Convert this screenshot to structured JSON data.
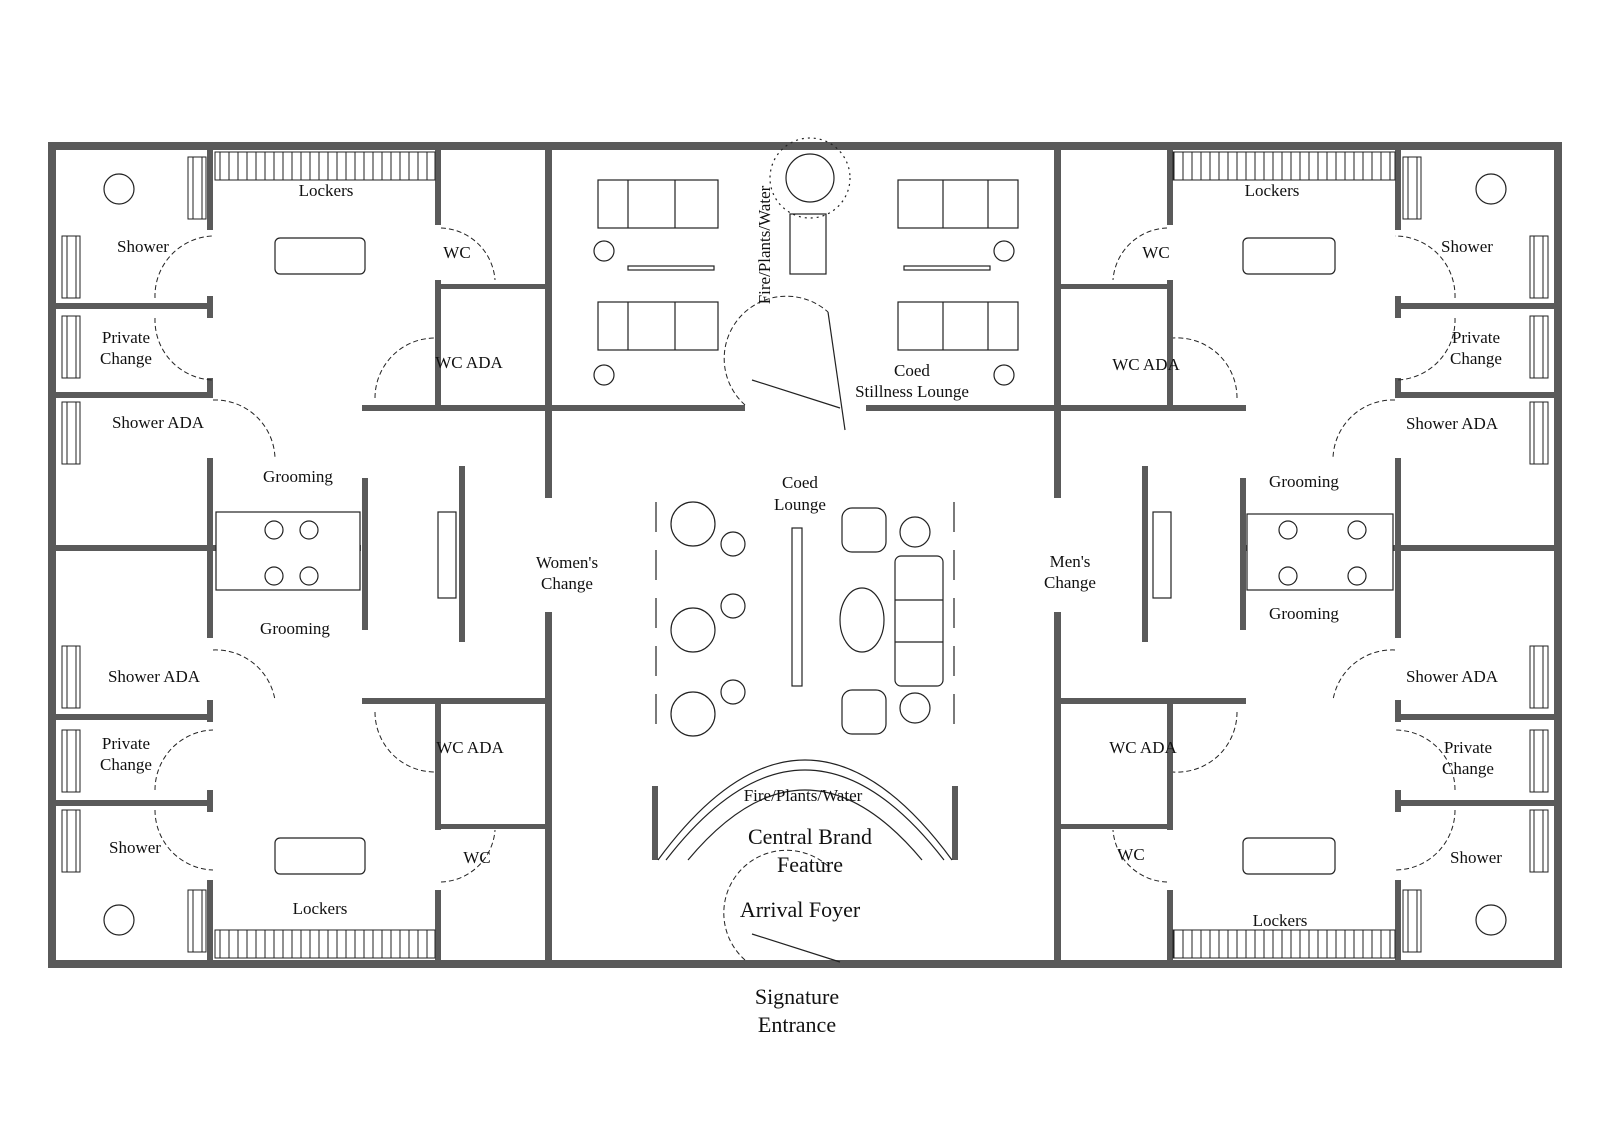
{
  "title": "Spa Changing Facility Floor Plan",
  "labels": {
    "left": {
      "lockers_top": "Lockers",
      "shower_top": "Shower",
      "wc_top": "WC",
      "private_change_top": [
        "Private",
        "Change"
      ],
      "wc_ada_top": "WC ADA",
      "shower_ada_top": "Shower ADA",
      "grooming_top": "Grooming",
      "grooming_bottom": "Grooming",
      "change": [
        "Women's",
        "Change"
      ],
      "shower_ada_bottom": "Shower ADA",
      "private_change_bottom": [
        "Private",
        "Change"
      ],
      "wc_ada_bottom": "WC ADA",
      "shower_bottom": "Shower",
      "wc_bottom": "WC",
      "lockers_bottom": "Lockers"
    },
    "center": {
      "fire_top": "Fire/Plants/Water",
      "stillness": [
        "Coed",
        "Stillness Lounge"
      ],
      "lounge": [
        "Coed",
        "Lounge"
      ],
      "fire_bottom": "Fire/Plants/Water",
      "brand": [
        "Central Brand",
        "Feature"
      ],
      "foyer": "Arrival Foyer",
      "entrance": [
        "Signature",
        "Entrance"
      ]
    },
    "right": {
      "lockers_top": "Lockers",
      "wc_top": "WC",
      "shower_top": "Shower",
      "private_change_top": [
        "Private",
        "Change"
      ],
      "wc_ada_top": "WC ADA",
      "shower_ada_top": "Shower ADA",
      "grooming_top": "Grooming",
      "change": [
        "Men's",
        "Change"
      ],
      "grooming_bottom": "Grooming",
      "shower_ada_bottom": "Shower ADA",
      "wc_ada_bottom": "WC ADA",
      "private_change_bottom": [
        "Private",
        "Change"
      ],
      "wc_bottom": "WC",
      "shower_bottom": "Shower",
      "lockers_bottom": "Lockers"
    }
  }
}
